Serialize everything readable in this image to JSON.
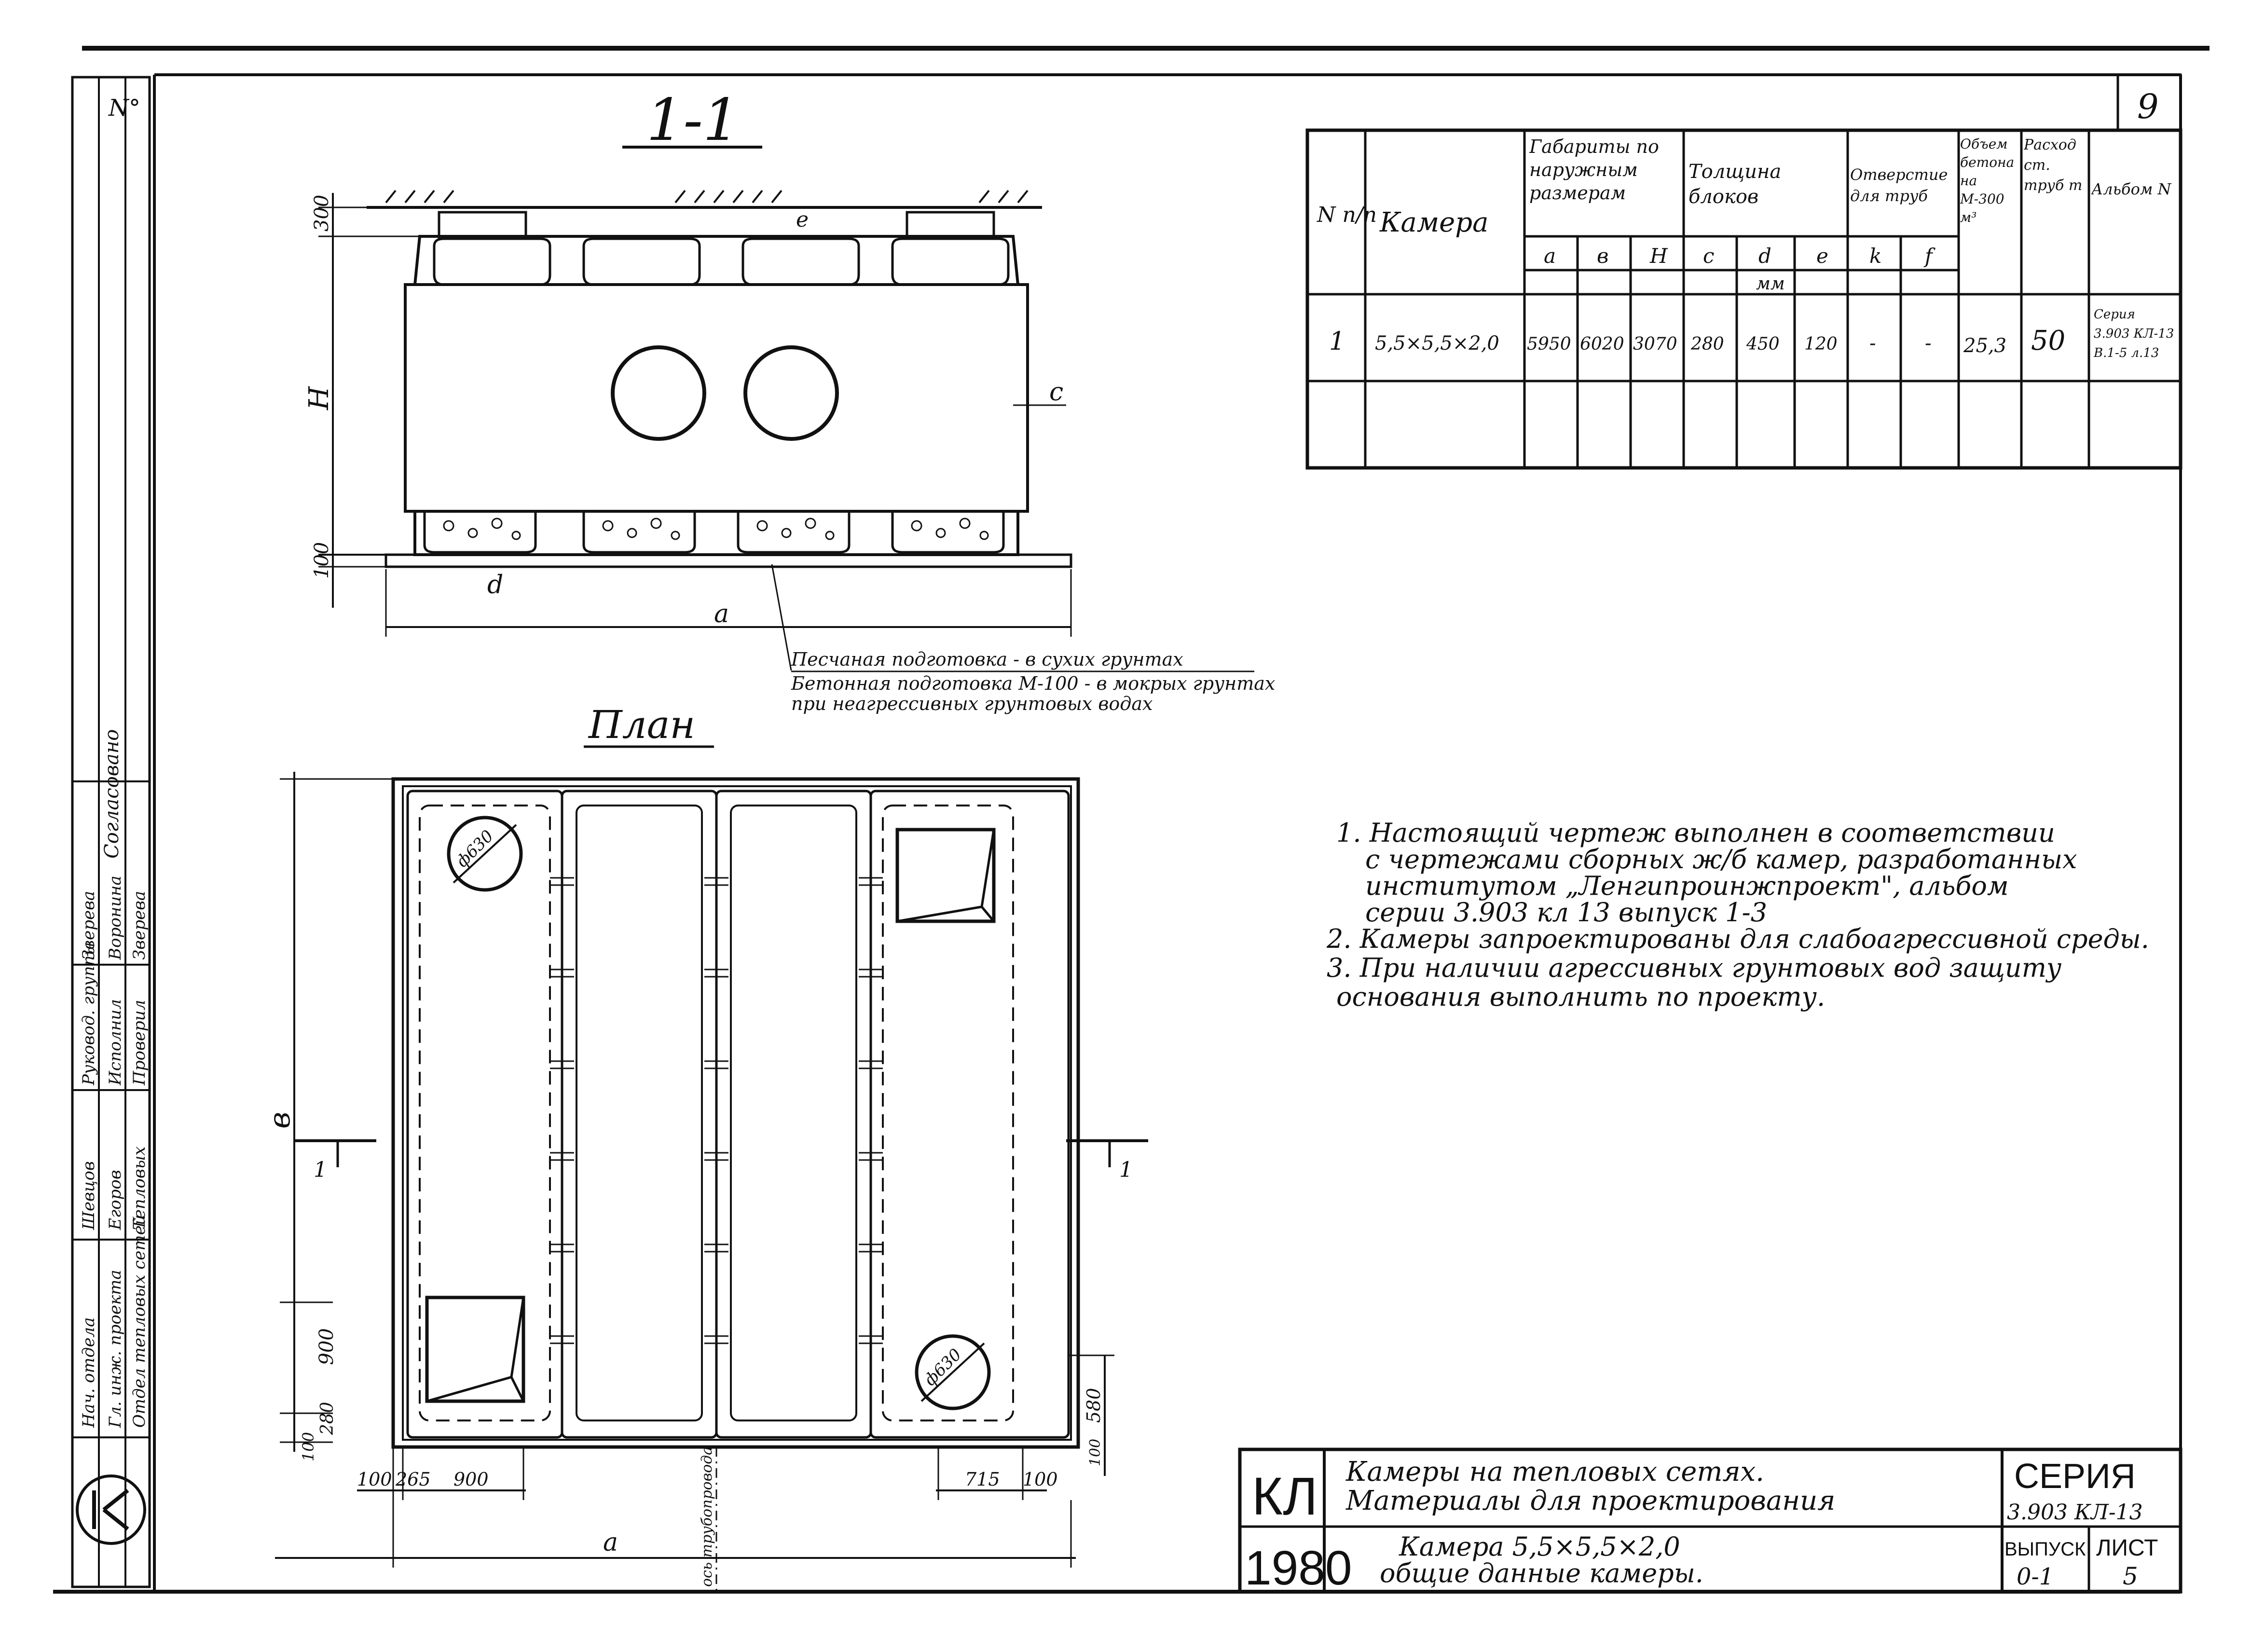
{
  "sheet_number": "9",
  "section_title": "1-1",
  "plan_title": "План",
  "section_labels": {
    "height_top": "300",
    "height_bottom": "100",
    "h_label": "H",
    "c_label": "c",
    "d_label": "d",
    "e_label": "e",
    "a_label": "a"
  },
  "foundation_notes": [
    "Песчаная подготовка - в сухих грунтах",
    "Бетонная подготовка М-100 - в мокрых грунтах",
    "при неагрессивных грунтовых водах"
  ],
  "plan_labels": {
    "b_label": "в",
    "hole_dia_1": "ф630",
    "hole_dia_2": "ф630",
    "cut_marker_left": "1",
    "cut_marker_right": "1",
    "left_dims": [
      "900",
      "280",
      "100"
    ],
    "right_dim": "580",
    "right_dim_b": "100",
    "bottom_dims_left": [
      "100",
      "265",
      "900"
    ],
    "bottom_dims_right": [
      "715",
      "100"
    ],
    "axis_label": "ось трубопровода",
    "a_label": "a"
  },
  "spec_table": {
    "headers": {
      "num": "N п/п",
      "camera": "Камера",
      "gabarity": "Габариты по наружным размерам",
      "tolshchina": "Толщина блоков",
      "otverstie": "Отверстие для труб",
      "obem": "Объем бетона на М-300 м³",
      "rashod": "Расход ст. труб т",
      "albom": "Альбом N"
    },
    "subheaders": [
      "a",
      "в",
      "H",
      "c",
      "d",
      "e",
      "k",
      "f"
    ],
    "units": "мм",
    "rows": [
      {
        "num": "1",
        "camera": "5,5×5,5×2,0",
        "a": "5950",
        "b": "6020",
        "H": "3070",
        "c": "280",
        "d": "450",
        "e": "120",
        "k": "-",
        "f": "-",
        "obem": "25,3",
        "rashod": "50",
        "albom": [
          "Серия",
          "3.903 КЛ-13",
          "В.1-5 л.13"
        ]
      }
    ]
  },
  "notes": [
    "1. Настоящий чертеж выполнен в соответствии",
    "с чертежами сборных ж/б камер, разработанных",
    "институтом „Ленгипроинжпроект\", альбом",
    "серии 3.903 кл 13 выпуск 1-3",
    "2. Камеры запроектированы для слабоагрессивной среды.",
    "3. При наличии агрессивных грунтовых вод защиту",
    "основания выполнить по проекту."
  ],
  "title_block": {
    "org": "КЛ",
    "year": "1980",
    "title_line1": "Камеры на тепловых сетях.",
    "title_line2": "Материалы для проектирования",
    "subtitle_line1": "Камера 5,5×5,5×2,0",
    "subtitle_line2": "общие данные камеры.",
    "seria_label": "СЕРИЯ",
    "seria_value": "3.903 КЛ-13",
    "vypusk_label": "ВЫПУСК",
    "vypusk_value": "0-1",
    "list_label": "ЛИСТ",
    "list_value": "5"
  },
  "stamp": {
    "top": "N°",
    "approved": "Согласовано",
    "roles": [
      "Нач. отдела",
      "Гл. инж. проекта",
      "Отдел тепловых сетей",
      "Руковод. группы",
      "Исполнил",
      "Проверил"
    ],
    "names": [
      "Шевцов",
      "Егоров",
      "Тепловых",
      "Зверева",
      "Воронина",
      "Зверева"
    ]
  }
}
